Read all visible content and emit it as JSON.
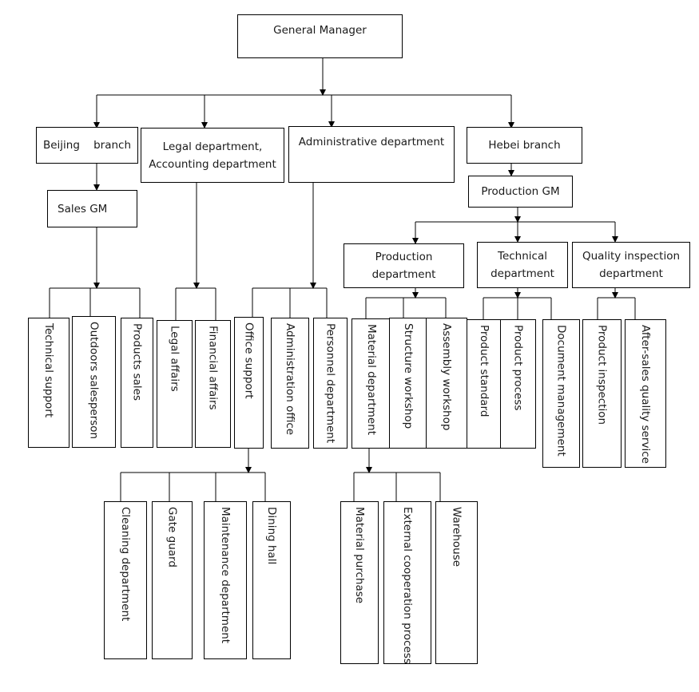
{
  "nodes": {
    "general_manager": "General Manager",
    "beijing_branch": "Beijing    branch",
    "legal_accounting_line1": "Legal department,",
    "legal_accounting_line2": "Accounting department",
    "administrative_department": "Administrative department",
    "hebei_branch": "Hebei branch",
    "sales_gm": "Sales GM",
    "production_gm": "Production GM",
    "production_department_line1": "Production",
    "production_department_line2": "department",
    "technical_department_line1": "Technical",
    "technical_department_line2": "department",
    "quality_inspection_line1": "Quality inspection",
    "quality_inspection_line2": "department",
    "technical_support": "Technical support",
    "outdoors_salesperson": "Outdoors salesperson",
    "products_sales": "Products sales",
    "legal_affairs": "Legal affairs",
    "financial_affairs": "Financial affairs",
    "office_support": "Office support",
    "administration_office": "Administration office",
    "personnel_department": "Personnel department",
    "material_department": "Material department",
    "structure_workshop": "Structure workshop",
    "assembly_workshop": "Assembly workshop",
    "product_standard": "Product standard",
    "product_process": "Product process",
    "document_management": "Document management",
    "product_inspection": "Product inspection",
    "after_sales_quality_service": "After-sales quality service",
    "cleaning_department": "Cleaning department",
    "gate_guard": "Gate guard",
    "maintenance_department": "Maintenance department",
    "dining_hall": "Dining hall",
    "material_purchase": "Material purchase",
    "external_cooperation_process": "External cooperation process",
    "warehouse": "Warehouse"
  }
}
